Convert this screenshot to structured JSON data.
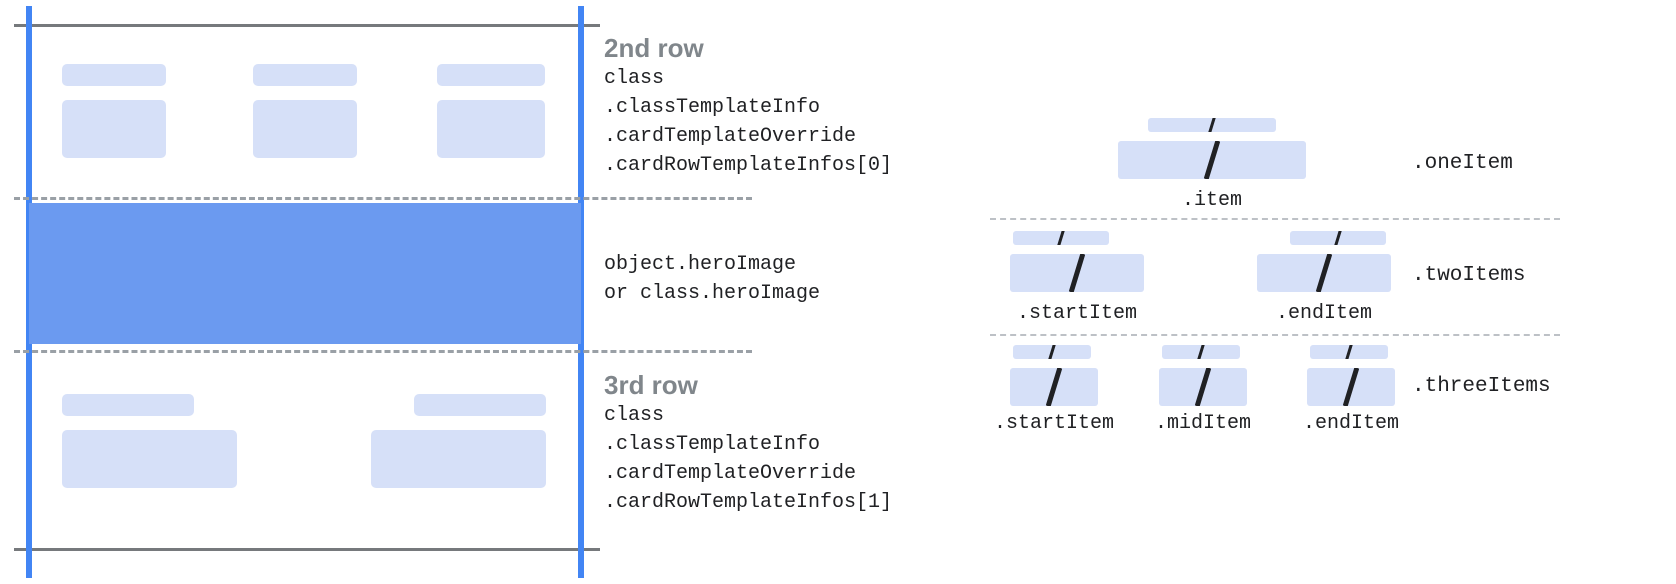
{
  "colors": {
    "accent_blue": "#4285f4",
    "hero_blue": "#6b9af0",
    "chip_blue": "#d6e0f8",
    "rule_gray": "#76797c",
    "dash_gray": "#9aa0a6",
    "title_gray": "#80868b",
    "text_dark": "#202124"
  },
  "card_diagram": {
    "rows": [
      {
        "title": "2nd row",
        "code_lines": [
          "class",
          ".classTemplateInfo",
          ".cardTemplateOverride",
          ".cardRowTemplateInfos[0]"
        ],
        "cells": 3
      },
      {
        "title": "",
        "code_lines": [
          "object.heroImage",
          "or class.heroImage"
        ],
        "cells": 0
      },
      {
        "title": "3rd row",
        "code_lines": [
          "class",
          ".classTemplateInfo",
          ".cardTemplateOverride",
          ".cardRowTemplateInfos[1]"
        ],
        "cells": 2
      }
    ]
  },
  "items_diagram": {
    "groups": [
      {
        "group_label": ".oneItem",
        "tiles": [
          {
            "caption": ".item"
          }
        ]
      },
      {
        "group_label": ".twoItems",
        "tiles": [
          {
            "caption": ".startItem"
          },
          {
            "caption": ".endItem"
          }
        ]
      },
      {
        "group_label": ".threeItems",
        "tiles": [
          {
            "caption": ".startItem"
          },
          {
            "caption": ".midItem"
          },
          {
            "caption": ".endItem"
          }
        ]
      }
    ]
  }
}
